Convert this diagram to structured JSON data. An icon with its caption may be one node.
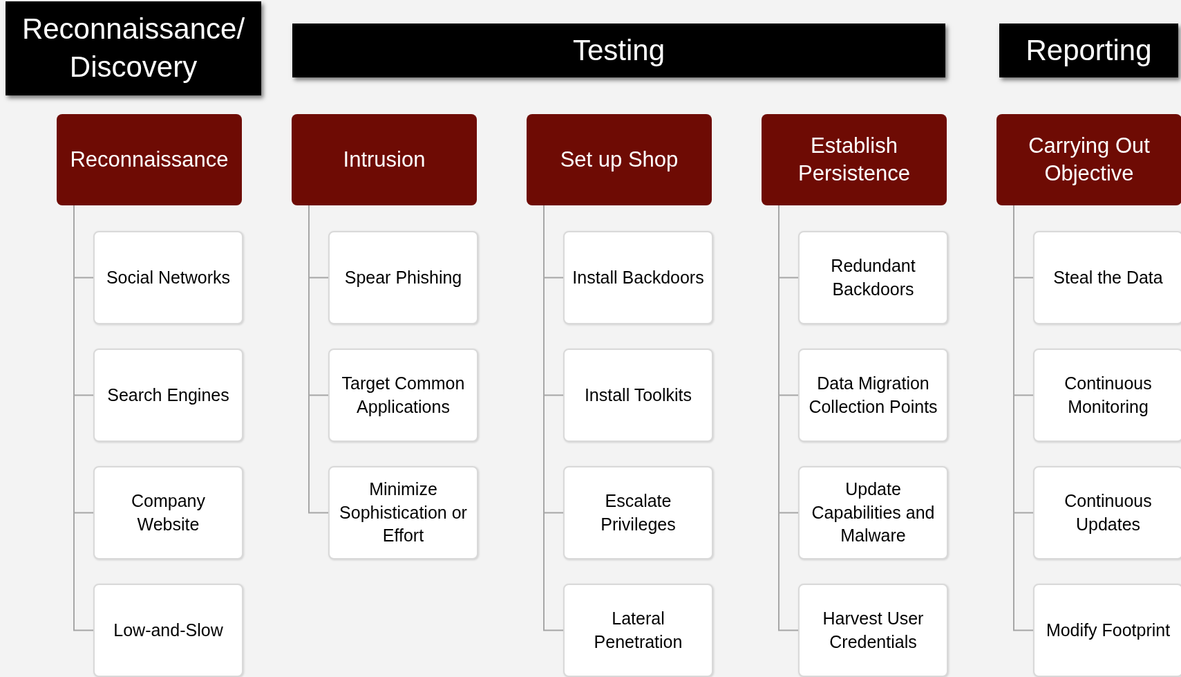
{
  "diagram": {
    "nodes": [
      {
        "text": [
          "Reconnaissance/ Discovery"
        ]
      },
      {
        "text": [
          "Testing"
        ]
      },
      {
        "text": [
          "Reporting"
        ]
      },
      {
        "text": [
          "Reconnaissance"
        ]
      },
      {
        "text": [
          "Social Networks"
        ]
      },
      {
        "text": [
          "Search Engines"
        ]
      },
      {
        "text": [
          "Company Website"
        ]
      },
      {
        "text": [
          "Low-and-Slow"
        ]
      },
      {
        "text": [
          "Intrusion"
        ]
      },
      {
        "text": [
          "Spear Phishing"
        ]
      },
      {
        "text": [
          "Target Common Applications"
        ]
      },
      {
        "text": [
          "Minimize Sophistication or Effort"
        ]
      },
      {
        "text": [
          "Set up Shop"
        ]
      },
      {
        "text": [
          "Install Backdoors"
        ]
      },
      {
        "text": [
          "Install Toolkits"
        ]
      },
      {
        "text": [
          "Escalate Privileges"
        ]
      },
      {
        "text": [
          "Lateral Penetration"
        ]
      },
      {
        "text": [
          "Establish Persistence"
        ]
      },
      {
        "text": [
          "Redundant Backdoors"
        ]
      },
      {
        "text": [
          "Data Migration Collection Points"
        ]
      },
      {
        "text": [
          "Update Capabilities and Malware"
        ]
      },
      {
        "text": [
          "Harvest User Credentials"
        ]
      },
      {
        "text": [
          "Carrying Out Objective"
        ]
      },
      {
        "text": [
          "Steal the Data"
        ]
      },
      {
        "text": [
          "Continuous Monitoring"
        ]
      },
      {
        "text": [
          "Continuous Updates"
        ]
      },
      {
        "text": [
          "Modify Footprint"
        ]
      }
    ],
    "edges": [
      {
        "from": 3,
        "to": 4,
        "arrow": "none"
      },
      {
        "from": 3,
        "to": 5,
        "arrow": "none"
      },
      {
        "from": 3,
        "to": 6,
        "arrow": "none"
      },
      {
        "from": 3,
        "to": 7,
        "arrow": "none"
      },
      {
        "from": 8,
        "to": 9,
        "arrow": "none"
      },
      {
        "from": 8,
        "to": 10,
        "arrow": "none"
      },
      {
        "from": 8,
        "to": 11,
        "arrow": "none"
      },
      {
        "from": 12,
        "to": 13,
        "arrow": "none"
      },
      {
        "from": 12,
        "to": 14,
        "arrow": "none"
      },
      {
        "from": 12,
        "to": 15,
        "arrow": "none"
      },
      {
        "from": 12,
        "to": 16,
        "arrow": "none"
      },
      {
        "from": 17,
        "to": 18,
        "arrow": "none"
      },
      {
        "from": 17,
        "to": 19,
        "arrow": "none"
      },
      {
        "from": 17,
        "to": 20,
        "arrow": "none"
      },
      {
        "from": 17,
        "to": 21,
        "arrow": "none"
      },
      {
        "from": 22,
        "to": 23,
        "arrow": "none"
      },
      {
        "from": 22,
        "to": 24,
        "arrow": "none"
      },
      {
        "from": 22,
        "to": 25,
        "arrow": "none"
      },
      {
        "from": 22,
        "to": 26,
        "arrow": "none"
      }
    ]
  }
}
